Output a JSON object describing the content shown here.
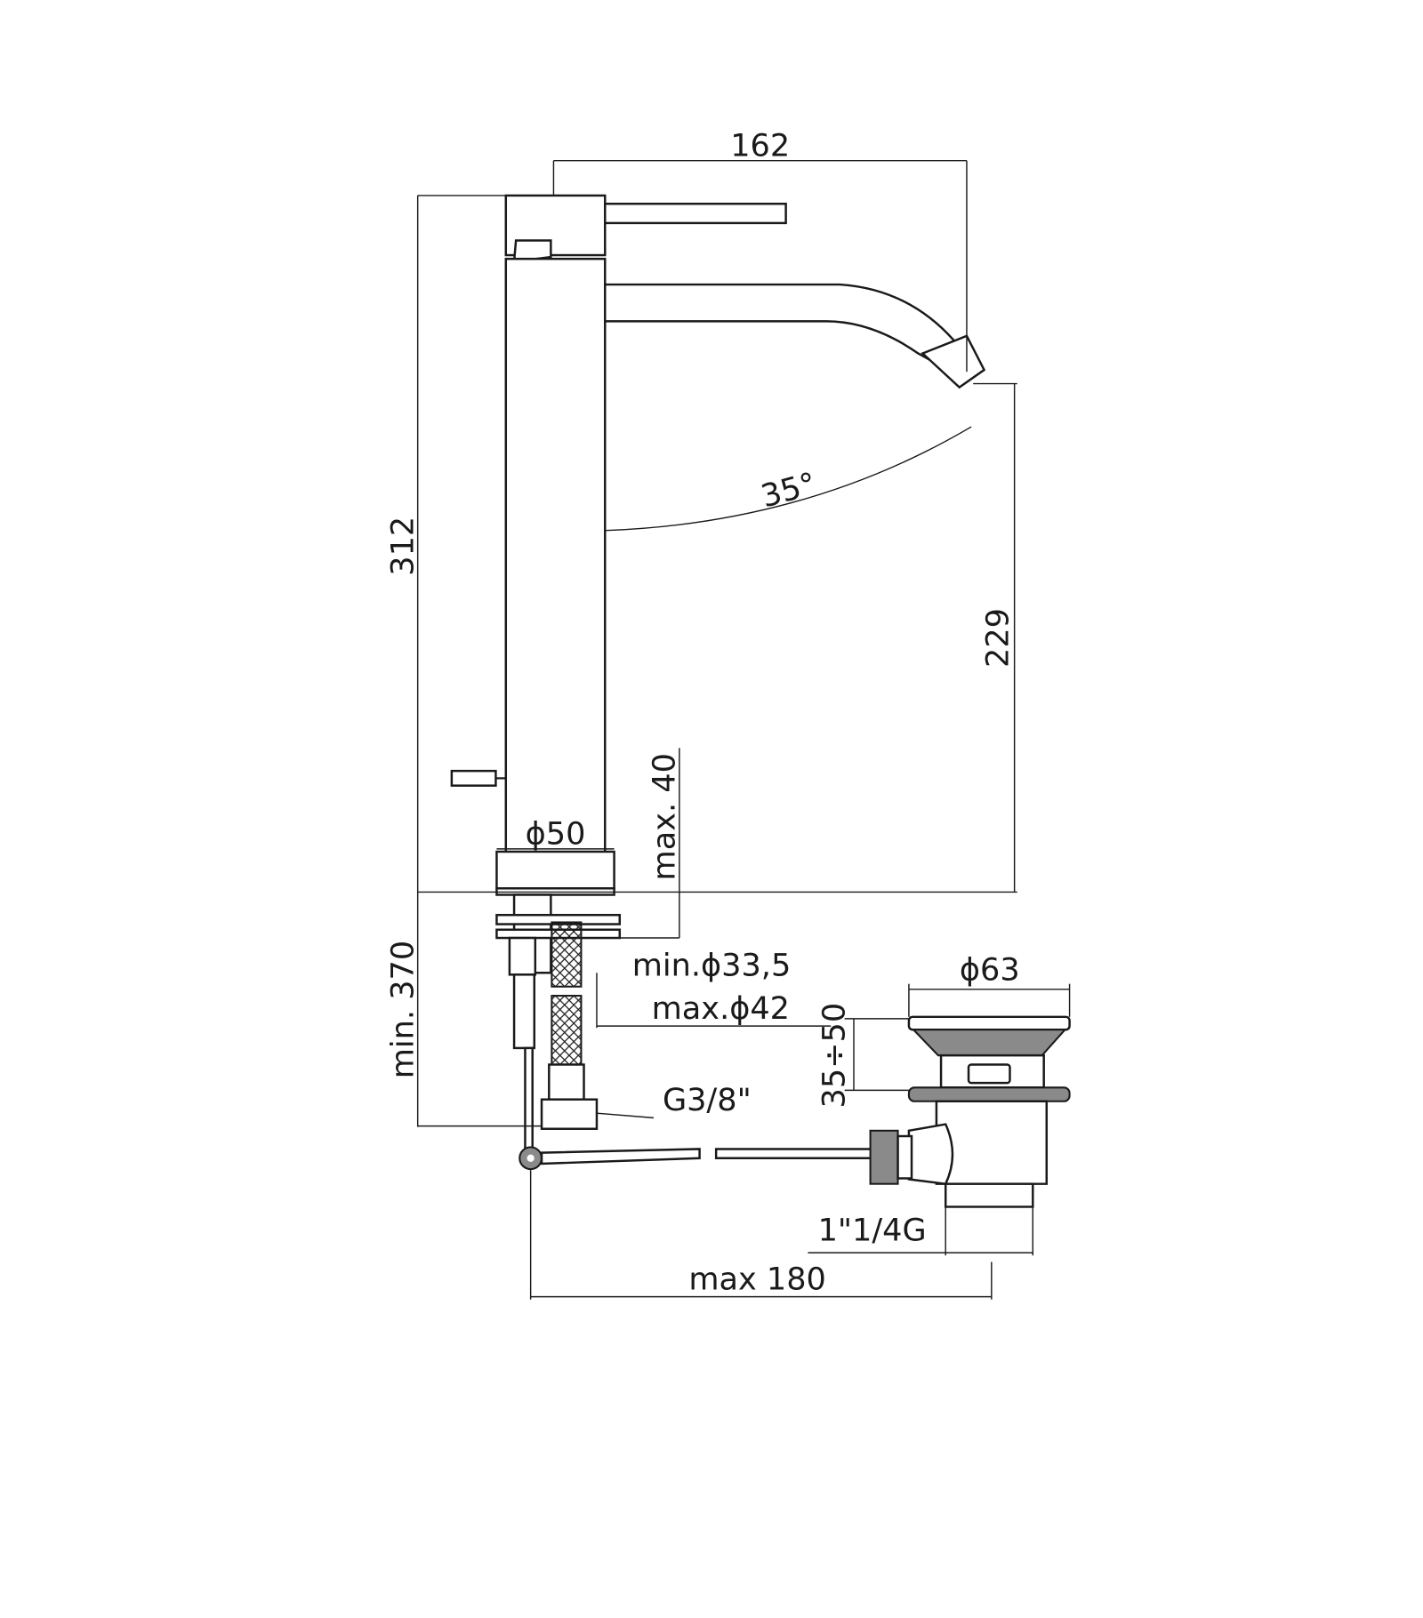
{
  "drawing": {
    "dimensions": {
      "spout_reach": "162",
      "total_height": "312",
      "spout_height": "229",
      "swivel_angle": "35°",
      "max_deck_thickness": "max. 40",
      "base_diameter": "ϕ50",
      "min_hole": "min.ϕ33,5",
      "max_hole": "max.ϕ42",
      "hose_length": "min. 370",
      "hose_connection": "G3/8\"",
      "drain_diameter": "ϕ63",
      "drain_range": "35÷50",
      "drain_thread": "1\"1/4G",
      "rod_reach": "max 180"
    }
  }
}
